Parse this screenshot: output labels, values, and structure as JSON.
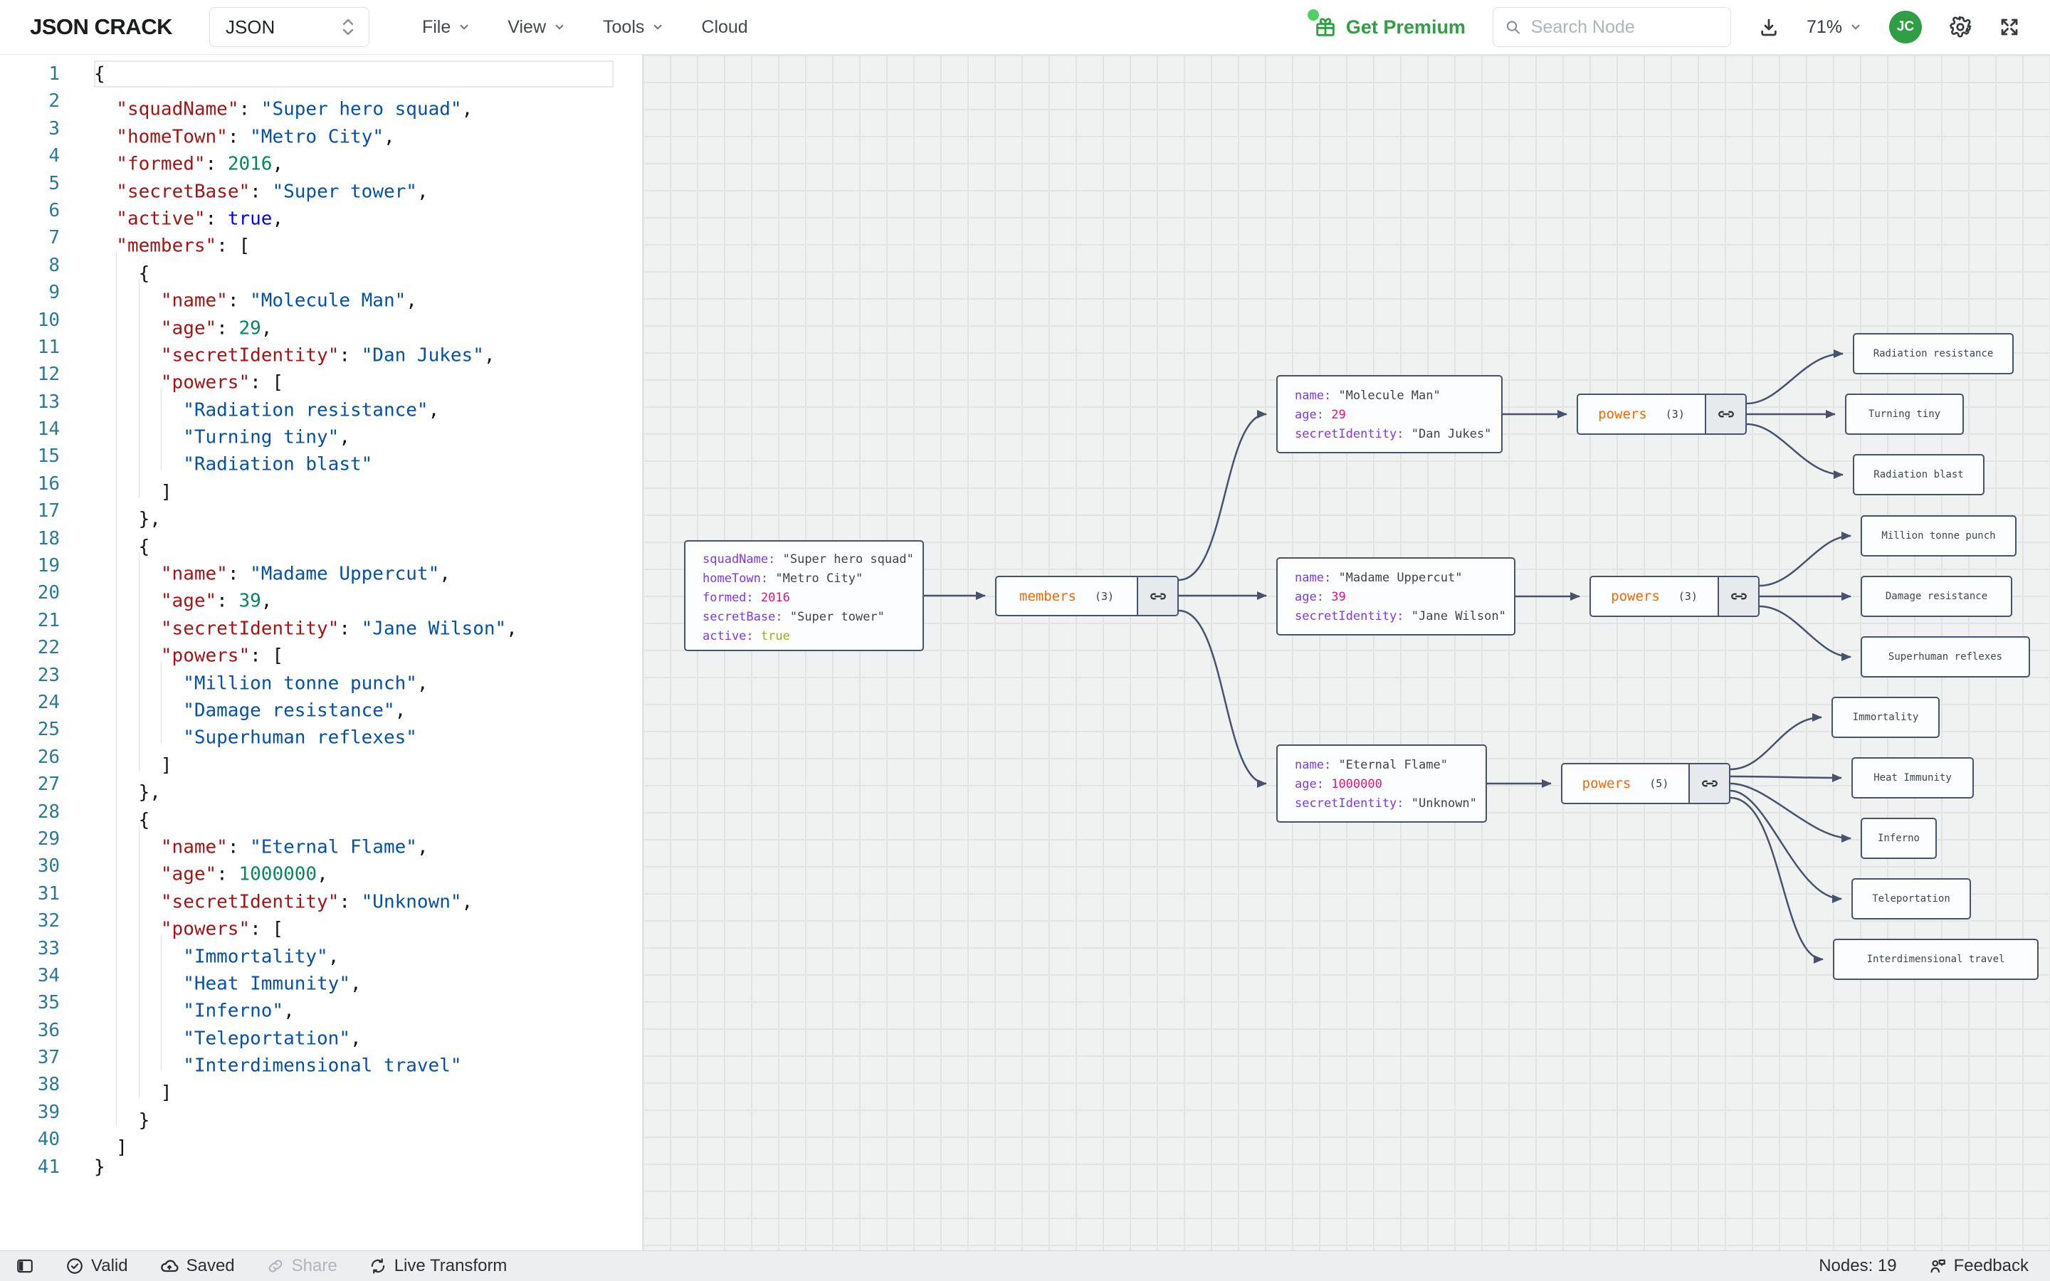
{
  "header": {
    "logo": "JSON CRACK",
    "format_select": "JSON",
    "menus": [
      {
        "label": "File"
      },
      {
        "label": "View"
      },
      {
        "label": "Tools"
      },
      {
        "label": "Cloud"
      }
    ],
    "premium_label": "Get Premium",
    "search_placeholder": "Search Node",
    "zoom_level": "71%",
    "avatar_initials": "JC"
  },
  "editor": {
    "lines": [
      {
        "i": 0,
        "t": [
          [
            "p",
            "{"
          ]
        ]
      },
      {
        "i": 1,
        "t": [
          [
            "k",
            "\"squadName\""
          ],
          [
            "p",
            ": "
          ],
          [
            "s",
            "\"Super hero squad\""
          ],
          [
            "p",
            ","
          ]
        ]
      },
      {
        "i": 1,
        "t": [
          [
            "k",
            "\"homeTown\""
          ],
          [
            "p",
            ": "
          ],
          [
            "s",
            "\"Metro City\""
          ],
          [
            "p",
            ","
          ]
        ]
      },
      {
        "i": 1,
        "t": [
          [
            "k",
            "\"formed\""
          ],
          [
            "p",
            ": "
          ],
          [
            "n",
            "2016"
          ],
          [
            "p",
            ","
          ]
        ]
      },
      {
        "i": 1,
        "t": [
          [
            "k",
            "\"secretBase\""
          ],
          [
            "p",
            ": "
          ],
          [
            "s",
            "\"Super tower\""
          ],
          [
            "p",
            ","
          ]
        ]
      },
      {
        "i": 1,
        "t": [
          [
            "k",
            "\"active\""
          ],
          [
            "p",
            ": "
          ],
          [
            "b",
            "true"
          ],
          [
            "p",
            ","
          ]
        ]
      },
      {
        "i": 1,
        "t": [
          [
            "k",
            "\"members\""
          ],
          [
            "p",
            ": ["
          ]
        ]
      },
      {
        "i": 2,
        "t": [
          [
            "p",
            "{"
          ]
        ]
      },
      {
        "i": 3,
        "t": [
          [
            "k",
            "\"name\""
          ],
          [
            "p",
            ": "
          ],
          [
            "s",
            "\"Molecule Man\""
          ],
          [
            "p",
            ","
          ]
        ]
      },
      {
        "i": 3,
        "t": [
          [
            "k",
            "\"age\""
          ],
          [
            "p",
            ": "
          ],
          [
            "n",
            "29"
          ],
          [
            "p",
            ","
          ]
        ]
      },
      {
        "i": 3,
        "t": [
          [
            "k",
            "\"secretIdentity\""
          ],
          [
            "p",
            ": "
          ],
          [
            "s",
            "\"Dan Jukes\""
          ],
          [
            "p",
            ","
          ]
        ]
      },
      {
        "i": 3,
        "t": [
          [
            "k",
            "\"powers\""
          ],
          [
            "p",
            ": ["
          ]
        ]
      },
      {
        "i": 4,
        "t": [
          [
            "s",
            "\"Radiation resistance\""
          ],
          [
            "p",
            ","
          ]
        ]
      },
      {
        "i": 4,
        "t": [
          [
            "s",
            "\"Turning tiny\""
          ],
          [
            "p",
            ","
          ]
        ]
      },
      {
        "i": 4,
        "t": [
          [
            "s",
            "\"Radiation blast\""
          ]
        ]
      },
      {
        "i": 3,
        "t": [
          [
            "p",
            "]"
          ]
        ]
      },
      {
        "i": 2,
        "t": [
          [
            "p",
            "},"
          ]
        ]
      },
      {
        "i": 2,
        "t": [
          [
            "p",
            "{"
          ]
        ]
      },
      {
        "i": 3,
        "t": [
          [
            "k",
            "\"name\""
          ],
          [
            "p",
            ": "
          ],
          [
            "s",
            "\"Madame Uppercut\""
          ],
          [
            "p",
            ","
          ]
        ]
      },
      {
        "i": 3,
        "t": [
          [
            "k",
            "\"age\""
          ],
          [
            "p",
            ": "
          ],
          [
            "n",
            "39"
          ],
          [
            "p",
            ","
          ]
        ]
      },
      {
        "i": 3,
        "t": [
          [
            "k",
            "\"secretIdentity\""
          ],
          [
            "p",
            ": "
          ],
          [
            "s",
            "\"Jane Wilson\""
          ],
          [
            "p",
            ","
          ]
        ]
      },
      {
        "i": 3,
        "t": [
          [
            "k",
            "\"powers\""
          ],
          [
            "p",
            ": ["
          ]
        ]
      },
      {
        "i": 4,
        "t": [
          [
            "s",
            "\"Million tonne punch\""
          ],
          [
            "p",
            ","
          ]
        ]
      },
      {
        "i": 4,
        "t": [
          [
            "s",
            "\"Damage resistance\""
          ],
          [
            "p",
            ","
          ]
        ]
      },
      {
        "i": 4,
        "t": [
          [
            "s",
            "\"Superhuman reflexes\""
          ]
        ]
      },
      {
        "i": 3,
        "t": [
          [
            "p",
            "]"
          ]
        ]
      },
      {
        "i": 2,
        "t": [
          [
            "p",
            "},"
          ]
        ]
      },
      {
        "i": 2,
        "t": [
          [
            "p",
            "{"
          ]
        ]
      },
      {
        "i": 3,
        "t": [
          [
            "k",
            "\"name\""
          ],
          [
            "p",
            ": "
          ],
          [
            "s",
            "\"Eternal Flame\""
          ],
          [
            "p",
            ","
          ]
        ]
      },
      {
        "i": 3,
        "t": [
          [
            "k",
            "\"age\""
          ],
          [
            "p",
            ": "
          ],
          [
            "n",
            "1000000"
          ],
          [
            "p",
            ","
          ]
        ]
      },
      {
        "i": 3,
        "t": [
          [
            "k",
            "\"secretIdentity\""
          ],
          [
            "p",
            ": "
          ],
          [
            "s",
            "\"Unknown\""
          ],
          [
            "p",
            ","
          ]
        ]
      },
      {
        "i": 3,
        "t": [
          [
            "k",
            "\"powers\""
          ],
          [
            "p",
            ": ["
          ]
        ]
      },
      {
        "i": 4,
        "t": [
          [
            "s",
            "\"Immortality\""
          ],
          [
            "p",
            ","
          ]
        ]
      },
      {
        "i": 4,
        "t": [
          [
            "s",
            "\"Heat Immunity\""
          ],
          [
            "p",
            ","
          ]
        ]
      },
      {
        "i": 4,
        "t": [
          [
            "s",
            "\"Inferno\""
          ],
          [
            "p",
            ","
          ]
        ]
      },
      {
        "i": 4,
        "t": [
          [
            "s",
            "\"Teleportation\""
          ],
          [
            "p",
            ","
          ]
        ]
      },
      {
        "i": 4,
        "t": [
          [
            "s",
            "\"Interdimensional travel\""
          ]
        ]
      },
      {
        "i": 3,
        "t": [
          [
            "p",
            "]"
          ]
        ]
      },
      {
        "i": 2,
        "t": [
          [
            "p",
            "}"
          ]
        ]
      },
      {
        "i": 1,
        "t": [
          [
            "p",
            "]"
          ]
        ]
      },
      {
        "i": 0,
        "t": [
          [
            "p",
            "}"
          ]
        ]
      }
    ]
  },
  "graph": {
    "root": {
      "rows": [
        {
          "k": "squadName:",
          "v": "\"Super hero squad\""
        },
        {
          "k": "homeTown:",
          "v": "\"Metro City\""
        },
        {
          "k": "formed:",
          "v": "2016"
        },
        {
          "k": "secretBase:",
          "v": "\"Super tower\""
        },
        {
          "k": "active:",
          "v": "true"
        }
      ]
    },
    "members": {
      "label": "members",
      "count": "(3)"
    },
    "member1": {
      "rows": [
        {
          "k": "name:",
          "v": "\"Molecule Man\""
        },
        {
          "k": "age:",
          "v": "29"
        },
        {
          "k": "secretIdentity:",
          "v": "\"Dan Jukes\""
        }
      ]
    },
    "member2": {
      "rows": [
        {
          "k": "name:",
          "v": "\"Madame Uppercut\""
        },
        {
          "k": "age:",
          "v": "39"
        },
        {
          "k": "secretIdentity:",
          "v": "\"Jane Wilson\""
        }
      ]
    },
    "member3": {
      "rows": [
        {
          "k": "name:",
          "v": "\"Eternal Flame\""
        },
        {
          "k": "age:",
          "v": "1000000"
        },
        {
          "k": "secretIdentity:",
          "v": "\"Unknown\""
        }
      ]
    },
    "powers1": {
      "label": "powers",
      "count": "(3)"
    },
    "powers2": {
      "label": "powers",
      "count": "(3)"
    },
    "powers3": {
      "label": "powers",
      "count": "(5)"
    },
    "leaves1": [
      "Radiation resistance",
      "Turning tiny",
      "Radiation blast"
    ],
    "leaves2": [
      "Million tonne punch",
      "Damage resistance",
      "Superhuman reflexes"
    ],
    "leaves3": [
      "Immortality",
      "Heat Immunity",
      "Inferno",
      "Teleportation",
      "Interdimensional travel"
    ]
  },
  "statusbar": {
    "valid": "Valid",
    "saved": "Saved",
    "share": "Share",
    "live_transform": "Live Transform",
    "nodes_count": "Nodes: 19",
    "feedback": "Feedback"
  },
  "colors": {
    "premium_green": "#2f9e44",
    "avatar_green": "#2f9e44",
    "node_border": "#46536b",
    "node_key_purple": "#7c3aed",
    "node_number_pink": "#e5127b",
    "node_bool_olive": "#9db012",
    "parent_label_orange": "#f76707",
    "editor_key_red": "#a31515",
    "editor_string_blue": "#0451a5",
    "editor_number_green": "#098658",
    "editor_bool_blue": "#0000ff",
    "editor_linenumber_teal": "#2b7a95"
  }
}
